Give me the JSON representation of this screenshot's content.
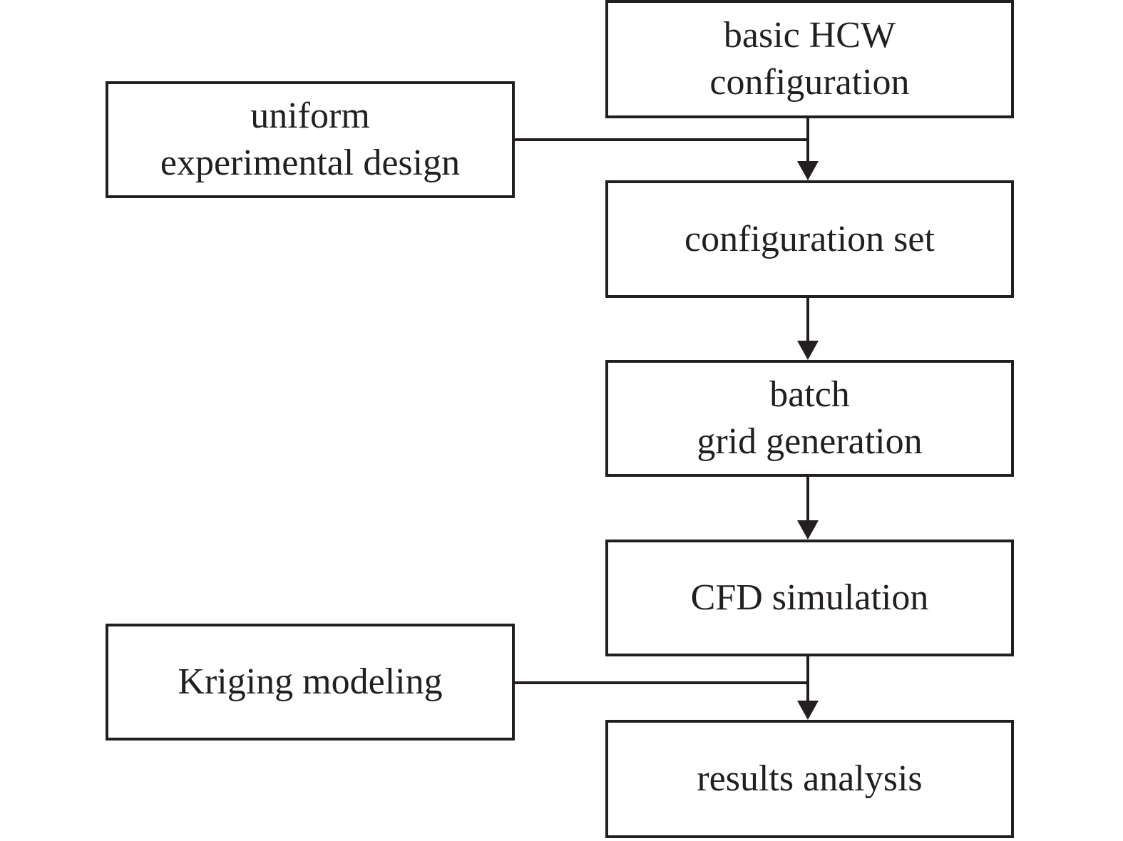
{
  "diagram": {
    "nodes": {
      "basic_hcw": {
        "lines": [
          "basic HCW",
          "configuration"
        ]
      },
      "uniform_design": {
        "lines": [
          "uniform",
          "experimental design"
        ]
      },
      "configuration_set": {
        "lines": [
          "configuration set"
        ]
      },
      "batch_grid": {
        "lines": [
          "batch",
          "grid generation"
        ]
      },
      "cfd_simulation": {
        "lines": [
          "CFD simulation"
        ]
      },
      "kriging": {
        "lines": [
          "Kriging modeling"
        ]
      },
      "results": {
        "lines": [
          "results analysis"
        ]
      }
    },
    "edges": [
      {
        "from": "basic_hcw",
        "to": "configuration_set"
      },
      {
        "from": "uniform_design",
        "to": "configuration_set"
      },
      {
        "from": "configuration_set",
        "to": "batch_grid"
      },
      {
        "from": "batch_grid",
        "to": "cfd_simulation"
      },
      {
        "from": "cfd_simulation",
        "to": "results"
      },
      {
        "from": "kriging",
        "to": "results"
      }
    ],
    "colors": {
      "stroke": "#231f20",
      "background": "#ffffff"
    }
  }
}
